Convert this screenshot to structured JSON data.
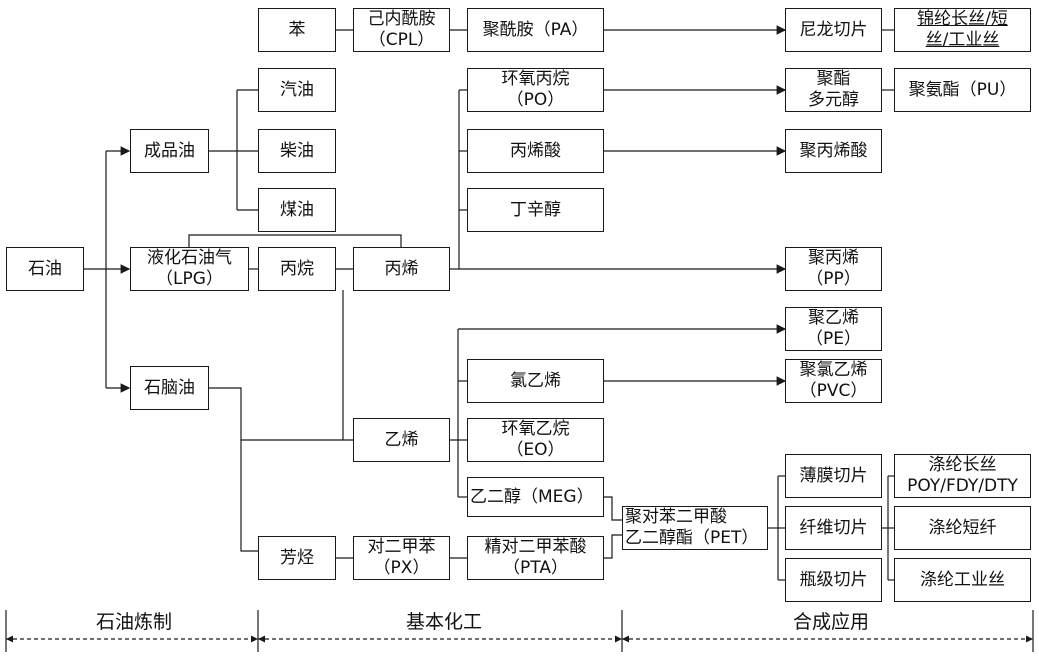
{
  "nodes": {
    "ben": "苯",
    "cpl": "己内酰胺\n（CPL）",
    "pa": "聚酰胺（PA）",
    "nylon_chip": "尼龙切片",
    "nylon_yarn": "锦纶长丝/短\n丝/工业丝",
    "gasoline": "汽油",
    "diesel": "柴油",
    "kerosene": "煤油",
    "refined_oil": "成品油",
    "crude": "石油",
    "lpg": "液化石油气\n（LPG）",
    "propane": "丙烷",
    "propylene": "丙烯",
    "po": "环氧丙烷\n（PO）",
    "acrylic_acid": "丙烯酸",
    "octanol": "丁辛醇",
    "polyester_polyol": "聚酯\n多元醇",
    "pu": "聚氨酯（PU）",
    "paa": "聚丙烯酸",
    "pp": "聚丙烯\n（PP）",
    "pe": "聚乙烯\n（PE）",
    "vcm": "氯乙烯",
    "pvc": "聚氯乙烯\n（PVC）",
    "naphtha": "石脑油",
    "ethylene": "乙烯",
    "eo": "环氧乙烷\n（EO）",
    "meg": "乙二醇（MEG）",
    "pet": "聚对苯二甲酸\n乙二醇酯（PET）",
    "film_chip": "薄膜切片",
    "fiber_chip": "纤维切片",
    "bottle_chip": "瓶级切片",
    "poy": "涤纶长丝\nPOY/FDY/DTY",
    "staple": "涤纶短纤",
    "industrial": "涤纶工业丝",
    "aromatics": "芳烃",
    "px": "对二甲苯\n（PX）",
    "pta": "精对二甲苯酸\n（PTA）"
  },
  "phases": {
    "refining": "石油炼制",
    "basic_chem": "基本化工",
    "synthesis": "合成应用"
  }
}
